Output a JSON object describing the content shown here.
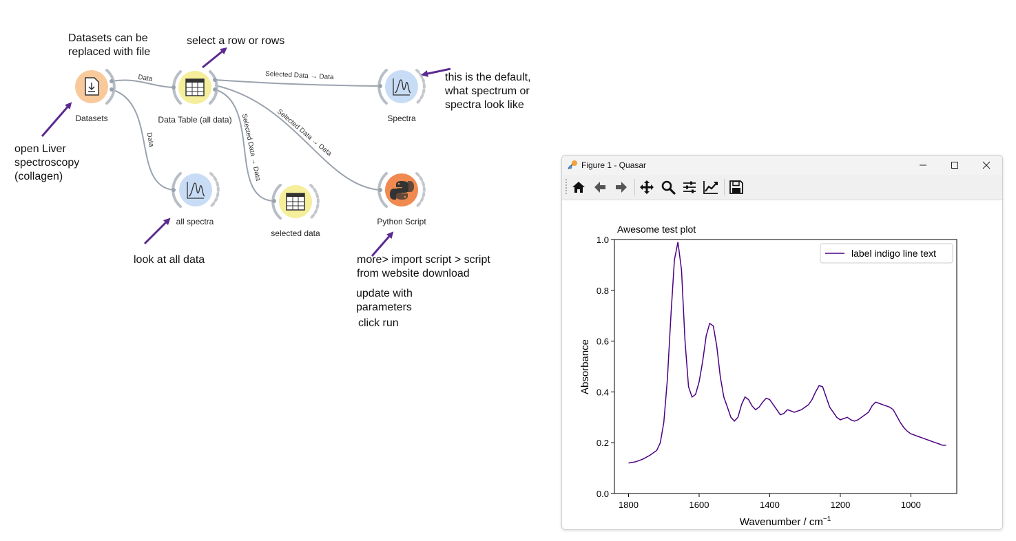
{
  "workflow": {
    "nodes": [
      {
        "id": "datasets",
        "label": "Datasets",
        "color": "#f8c99a",
        "icon": "download-doc-icon"
      },
      {
        "id": "data_table",
        "label": "Data Table (all data)",
        "color": "#f5ee9b",
        "icon": "table-icon"
      },
      {
        "id": "spectra",
        "label": "Spectra",
        "color": "#c9dcf5",
        "icon": "spectra-icon"
      },
      {
        "id": "all_spectra",
        "label": "all spectra",
        "color": "#c9dcf5",
        "icon": "spectra-icon"
      },
      {
        "id": "selected_data",
        "label": "selected data",
        "color": "#f5ee9b",
        "icon": "table-icon"
      },
      {
        "id": "python_script",
        "label": "Python Script",
        "color": "#f08a50",
        "icon": "python-icon"
      }
    ],
    "links": [
      {
        "label": "Data"
      },
      {
        "label": "Data"
      },
      {
        "label": "Selected Data → Data"
      },
      {
        "label": "Selected Data → Data"
      },
      {
        "label": "Selected Data → Data"
      }
    ],
    "annotations": [
      {
        "id": "datasets_note",
        "lines": [
          "Datasets can be",
          "replaced with file"
        ]
      },
      {
        "id": "select_note",
        "lines": [
          "select a row or rows"
        ]
      },
      {
        "id": "default_note",
        "lines": [
          "this is the default,",
          "what spectrum or",
          "spectra look like"
        ]
      },
      {
        "id": "liver_note",
        "lines": [
          "open Liver",
          "spectroscopy",
          "(collagen)"
        ]
      },
      {
        "id": "all_data_note",
        "lines": [
          "look at all data"
        ]
      },
      {
        "id": "script_note",
        "lines": [
          "more> import script > script",
          "from website download"
        ]
      },
      {
        "id": "update_note",
        "lines": [
          "update with",
          "parameters"
        ]
      },
      {
        "id": "run_note",
        "lines": [
          "click run"
        ]
      }
    ],
    "arrow_color": "#5b2a91"
  },
  "figure": {
    "title": "Figure 1 - Quasar",
    "toolbar": [
      "home-icon",
      "back-icon",
      "forward-icon",
      "pan-icon",
      "zoom-icon",
      "configure-subplots-icon",
      "edit-axis-icon",
      "save-icon"
    ]
  },
  "chart_data": {
    "type": "line",
    "title": "Awesome test plot",
    "xlabel": "Wavenumber / cm",
    "xlabel_sup": "−1",
    "ylabel": "Absorbance",
    "xlim": [
      1840,
      870
    ],
    "ylim": [
      0.0,
      1.0
    ],
    "x_ticks": [
      1800,
      1600,
      1400,
      1200,
      1000
    ],
    "y_ticks": [
      0.0,
      0.2,
      0.4,
      0.6,
      0.8,
      1.0
    ],
    "legend_position": "top-right",
    "grid": false,
    "series": [
      {
        "name": "label indigo line text",
        "color": "#4b0082",
        "x": [
          1800,
          1780,
          1760,
          1740,
          1720,
          1710,
          1700,
          1690,
          1680,
          1670,
          1660,
          1650,
          1640,
          1630,
          1620,
          1610,
          1600,
          1590,
          1580,
          1570,
          1560,
          1550,
          1540,
          1530,
          1520,
          1510,
          1500,
          1490,
          1480,
          1470,
          1460,
          1450,
          1440,
          1430,
          1420,
          1410,
          1400,
          1390,
          1380,
          1370,
          1360,
          1350,
          1340,
          1330,
          1320,
          1310,
          1300,
          1290,
          1280,
          1270,
          1260,
          1250,
          1240,
          1230,
          1220,
          1210,
          1200,
          1190,
          1180,
          1170,
          1160,
          1150,
          1140,
          1130,
          1120,
          1110,
          1100,
          1090,
          1080,
          1070,
          1060,
          1050,
          1040,
          1030,
          1020,
          1010,
          1000,
          990,
          980,
          970,
          960,
          950,
          940,
          930,
          920,
          910,
          900
        ],
        "y": [
          0.12,
          0.125,
          0.135,
          0.15,
          0.17,
          0.2,
          0.28,
          0.45,
          0.7,
          0.92,
          0.99,
          0.88,
          0.6,
          0.42,
          0.38,
          0.39,
          0.44,
          0.52,
          0.62,
          0.67,
          0.66,
          0.58,
          0.46,
          0.38,
          0.34,
          0.3,
          0.285,
          0.3,
          0.35,
          0.38,
          0.37,
          0.345,
          0.33,
          0.34,
          0.36,
          0.375,
          0.37,
          0.35,
          0.33,
          0.31,
          0.315,
          0.33,
          0.325,
          0.32,
          0.325,
          0.33,
          0.34,
          0.35,
          0.37,
          0.4,
          0.425,
          0.42,
          0.38,
          0.34,
          0.32,
          0.3,
          0.29,
          0.295,
          0.3,
          0.29,
          0.285,
          0.29,
          0.3,
          0.31,
          0.32,
          0.345,
          0.36,
          0.355,
          0.35,
          0.345,
          0.34,
          0.33,
          0.305,
          0.28,
          0.26,
          0.245,
          0.235,
          0.23,
          0.225,
          0.22,
          0.215,
          0.21,
          0.205,
          0.2,
          0.195,
          0.19,
          0.19
        ]
      }
    ]
  }
}
